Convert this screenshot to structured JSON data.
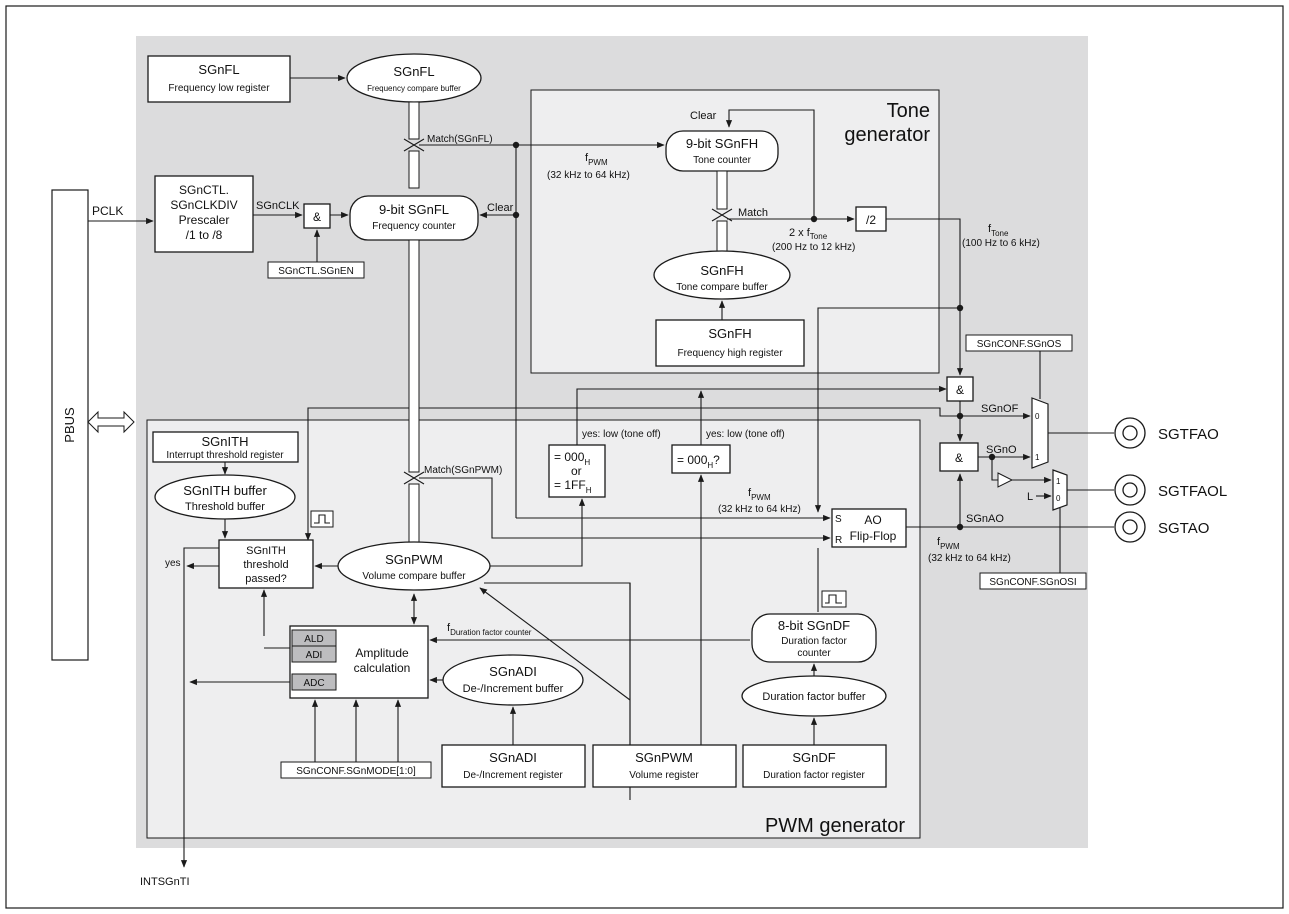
{
  "colors": {
    "outer_block": "#dcdcdd",
    "inner_block": "#eeeeef",
    "sub_box": "#bdbdbf",
    "line": "#1a1a1a"
  },
  "blocks": {
    "tone_generator": [
      "Tone",
      "generator"
    ],
    "pwm_generator": "PWM generator"
  },
  "registers": {
    "sgnfl_reg": {
      "title": "SGnFL",
      "subtitle": "Frequency low register"
    },
    "sgnfh_reg": {
      "title": "SGnFH",
      "subtitle": "Frequency high register"
    },
    "sgnith_reg": {
      "title": "SGnITH",
      "subtitle": "Interrupt threshold register"
    },
    "sgnadi_reg": {
      "title": "SGnADI",
      "subtitle": "De-/Increment register"
    },
    "sgnpwm_reg": {
      "title": "SGnPWM",
      "subtitle": "Volume register"
    },
    "sgndf_reg": {
      "title": "SGnDF",
      "subtitle": "Duration factor register"
    },
    "prescaler": {
      "lines": [
        "SGnCTL.",
        "SGnCLKDIV",
        "Prescaler",
        "/1 to /8"
      ]
    }
  },
  "buffers": {
    "sgnfl_buf": {
      "title": "SGnFL",
      "subtitle": "Frequency compare buffer"
    },
    "sgnfh_buf": {
      "title": "SGnFH",
      "subtitle": "Tone compare buffer"
    },
    "sgnith_buf": {
      "title": "SGnITH buffer",
      "subtitle": "Threshold buffer"
    },
    "sgnpwm_buf": {
      "title": "SGnPWM",
      "subtitle": "Volume compare buffer"
    },
    "sgnadi_buf": {
      "title": "SGnADI",
      "subtitle": "De-/Increment buffer"
    },
    "duration_buf": {
      "title": "Duration factor buffer"
    }
  },
  "counters": {
    "freq_counter": {
      "title": "9-bit SGnFL",
      "subtitle": "Frequency counter"
    },
    "tone_counter": {
      "title": "9-bit SGnFH",
      "subtitle": "Tone counter"
    },
    "duration_counter": {
      "title": "8-bit SGnDF",
      "subtitle": "Duration factor",
      "subtitle2": "counter"
    }
  },
  "control_bits": {
    "sgnen": "SGnCTL.SGnEN",
    "sgnos": "SGnCONF.SGnOS",
    "sgnosi": "SGnCONF.SGnOSI",
    "sgnmode": "SGnCONF.SGnMODE[1:0]"
  },
  "logic": {
    "and": "&",
    "div2": "/2",
    "cmp1": [
      "= 000",
      "or",
      "= 1FF"
    ],
    "cmp1_sub": "H",
    "cmp2": "= 000",
    "cmp2_sub": "H",
    "cmp2_q": "?",
    "flipflop": [
      "AO",
      "Flip-Flop"
    ],
    "ff_s": "S",
    "ff_r": "R",
    "threshold": [
      "SGnITH",
      "threshold",
      "passed?"
    ],
    "amplitude": [
      "Amplitude",
      "calculation"
    ],
    "amp_regs": [
      "ALD",
      "ADI",
      "ADC"
    ],
    "mux_in0": "0",
    "mux_in1": "1",
    "l": "L"
  },
  "signals": {
    "pclk": "PCLK",
    "sgnclk": "SGnCLK",
    "clear": "Clear",
    "match_fl": "Match(SGnFL)",
    "match": "Match",
    "match_pwm": "Match(SGnPWM)",
    "fpwm_f": "f",
    "fpwm_sub": "PWM",
    "fpwm_range": "(32 kHz to 64 kHz)",
    "two_x": "2 x f",
    "tone_sub": "Tone",
    "tone_range_2x": "(200 Hz to 12 kHz)",
    "ftone_f": "f",
    "tone_range": "(100 Hz to 6 kHz)",
    "sgnof": "SGnOF",
    "sgno": "SGnO",
    "sgnao": "SGnAO",
    "yes_low": "yes: low (tone off)",
    "yes": "yes",
    "fdur_f": "f",
    "fdur_sub": "Duration factor counter",
    "pbus": "PBUS",
    "intsgnti": "INTSGnTI"
  },
  "pins": {
    "sgtfao": "SGTFAO",
    "sgtfaol": "SGTFAOL",
    "sgtao": "SGTAO"
  }
}
